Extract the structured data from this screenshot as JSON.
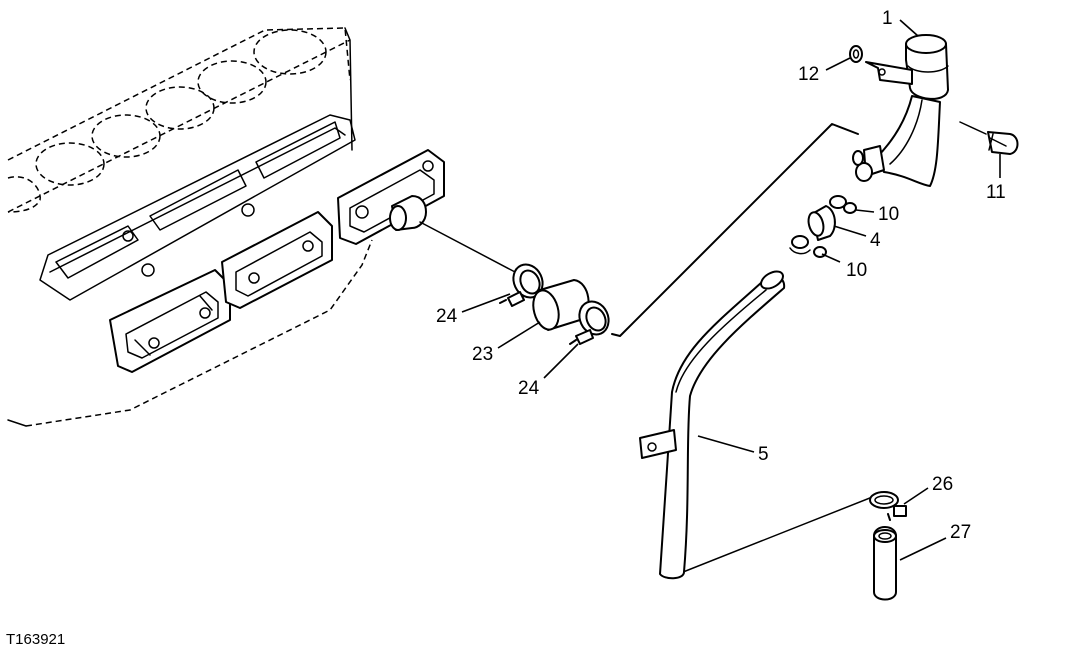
{
  "figure": {
    "id": "T163921"
  },
  "callouts": {
    "c1": "1",
    "c4": "4",
    "c5": "5",
    "c10a": "10",
    "c10b": "10",
    "c11": "11",
    "c12": "12",
    "c23": "23",
    "c24a": "24",
    "c24b": "24",
    "c26": "26",
    "c27": "27"
  }
}
